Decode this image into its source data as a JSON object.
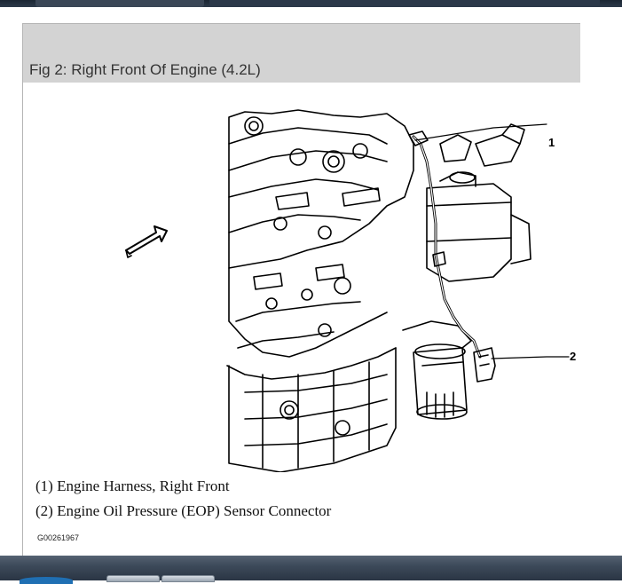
{
  "figure": {
    "title": "Fig 2: Right Front Of Engine (4.2L)",
    "callouts": [
      "1",
      "2"
    ],
    "legend": [
      "(1) Engine Harness, Right Front",
      "(2) Engine Oil Pressure (EOP) Sensor Connector"
    ],
    "code": "G00261967"
  },
  "colors": {
    "header_bg": "#d3d3d3",
    "line_art": "#000000",
    "taskbar": "#3d4a5a"
  }
}
